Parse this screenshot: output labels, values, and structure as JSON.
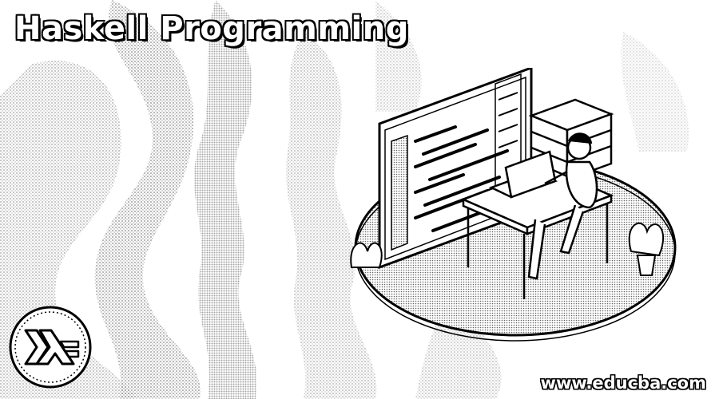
{
  "banner": {
    "title": "Haskell Programming",
    "url": "www.educba.com",
    "logo_icon": "haskell-logo-icon",
    "illustration": "developer-at-desk-with-code-screen-illustration"
  },
  "colors": {
    "ink": "#000000",
    "paper": "#ffffff",
    "halftone": "#9a9a9a"
  }
}
